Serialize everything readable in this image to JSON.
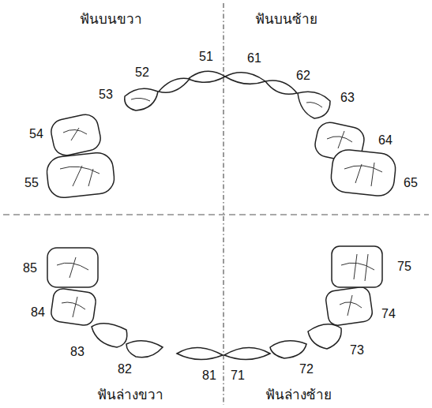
{
  "diagram": {
    "labels": [
      "ฟันบนขวา",
      "ฟันบนซ้าย",
      "51",
      "52",
      "53",
      "54",
      "55",
      "61",
      "62",
      "63",
      "64",
      "65",
      "85",
      "84",
      "83",
      "82",
      "81",
      "71",
      "72",
      "73",
      "74",
      "75",
      "ฟันล่างขวา",
      "ฟันล่างซ้าย"
    ]
  }
}
